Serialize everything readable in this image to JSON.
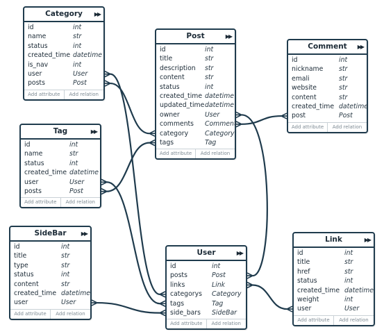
{
  "footer": {
    "add_attribute": "Add attribute",
    "add_relation": "Add relation"
  },
  "expand_glyph": "▶▶",
  "colors": {
    "border": "#1f3b4d",
    "line": "#1f3b4d"
  },
  "entities": {
    "category": {
      "title": "Category",
      "fields": [
        {
          "name": "id",
          "type": "int"
        },
        {
          "name": "name",
          "type": "str"
        },
        {
          "name": "status",
          "type": "int"
        },
        {
          "name": "created_time",
          "type": "datetime"
        },
        {
          "name": "is_nav",
          "type": "int"
        },
        {
          "name": "user",
          "type": "User"
        },
        {
          "name": "posts",
          "type": "Post"
        }
      ]
    },
    "post": {
      "title": "Post",
      "fields": [
        {
          "name": "id",
          "type": "int"
        },
        {
          "name": "title",
          "type": "str"
        },
        {
          "name": "description",
          "type": "str"
        },
        {
          "name": "content",
          "type": "str"
        },
        {
          "name": "status",
          "type": "int"
        },
        {
          "name": "created_time",
          "type": "datetime"
        },
        {
          "name": "updated_time",
          "type": "datetime"
        },
        {
          "name": "owner",
          "type": "User"
        },
        {
          "name": "comments",
          "type": "Comment"
        },
        {
          "name": "category",
          "type": "Category"
        },
        {
          "name": "tags",
          "type": "Tag"
        }
      ]
    },
    "comment": {
      "title": "Comment",
      "fields": [
        {
          "name": "id",
          "type": "int"
        },
        {
          "name": "nickname",
          "type": "str"
        },
        {
          "name": "emali",
          "type": "str"
        },
        {
          "name": "website",
          "type": "str"
        },
        {
          "name": "content",
          "type": "str"
        },
        {
          "name": "created_time",
          "type": "datetime"
        },
        {
          "name": "post",
          "type": "Post"
        }
      ]
    },
    "tag": {
      "title": "Tag",
      "fields": [
        {
          "name": "id",
          "type": "int"
        },
        {
          "name": "name",
          "type": "str"
        },
        {
          "name": "status",
          "type": "int"
        },
        {
          "name": "created_time",
          "type": "datetime"
        },
        {
          "name": "user",
          "type": "User"
        },
        {
          "name": "posts",
          "type": "Post"
        }
      ]
    },
    "sidebar": {
      "title": "SideBar",
      "fields": [
        {
          "name": "id",
          "type": "int"
        },
        {
          "name": "title",
          "type": "str"
        },
        {
          "name": "type",
          "type": "str"
        },
        {
          "name": "status",
          "type": "int"
        },
        {
          "name": "content",
          "type": "str"
        },
        {
          "name": "created_time",
          "type": "datetime"
        },
        {
          "name": "user",
          "type": "User"
        }
      ]
    },
    "user": {
      "title": "User",
      "fields": [
        {
          "name": "id",
          "type": "int"
        },
        {
          "name": "posts",
          "type": "Post"
        },
        {
          "name": "links",
          "type": "Link"
        },
        {
          "name": "categorys",
          "type": "Category"
        },
        {
          "name": "tags",
          "type": "Tag"
        },
        {
          "name": "side_bars",
          "type": "SideBar"
        }
      ]
    },
    "link": {
      "title": "Link",
      "fields": [
        {
          "name": "id",
          "type": "int"
        },
        {
          "name": "title",
          "type": "str"
        },
        {
          "name": "href",
          "type": "str"
        },
        {
          "name": "status",
          "type": "int"
        },
        {
          "name": "created_time",
          "type": "datetime"
        },
        {
          "name": "weight",
          "type": "int"
        },
        {
          "name": "user",
          "type": "User"
        }
      ]
    }
  },
  "relations": [
    {
      "from": "category.user",
      "to": "user.categorys"
    },
    {
      "from": "category.posts",
      "to": "post.category"
    },
    {
      "from": "post.owner",
      "to": "user.posts"
    },
    {
      "from": "post.comments",
      "to": "comment.post"
    },
    {
      "from": "post.tags",
      "to": "tag.posts"
    },
    {
      "from": "tag.user",
      "to": "user.tags"
    },
    {
      "from": "sidebar.user",
      "to": "user.side_bars"
    },
    {
      "from": "link.user",
      "to": "user.links"
    }
  ]
}
